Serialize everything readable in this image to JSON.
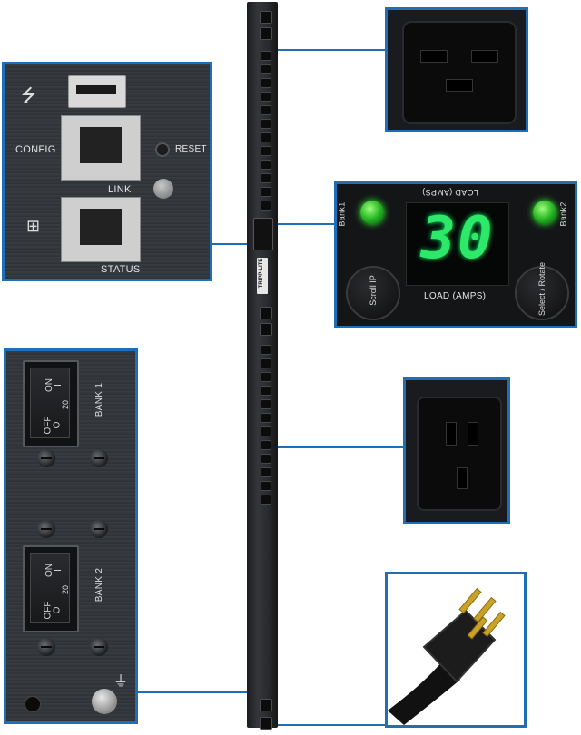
{
  "config_panel": {
    "config_label": "CONFIG",
    "reset_label": "RESET",
    "link_label": "LINK",
    "status_label": "STATUS"
  },
  "display_panel": {
    "bank1_label": "Bank1",
    "bank2_label": "Bank2",
    "load_label_mirrored": "LOAD (AMPS)",
    "load_value": "30",
    "load_label": "LOAD (AMPS)",
    "scroll_button_label": "Scroll IP",
    "select_button_label": "Select / Rotate"
  },
  "breaker_panel": {
    "bank1_label": "BANK 1",
    "bank2_label": "BANK 2",
    "on_label": "ON",
    "off_label": "OFF",
    "rating": "20",
    "on_symbol": "I",
    "off_symbol": "O"
  },
  "pdu": {
    "brand": "TRIPP·LITE"
  },
  "colors": {
    "callout_border": "#1f6fb8",
    "display_digits": "#2ee86a",
    "led_green": "#1fae1f"
  }
}
